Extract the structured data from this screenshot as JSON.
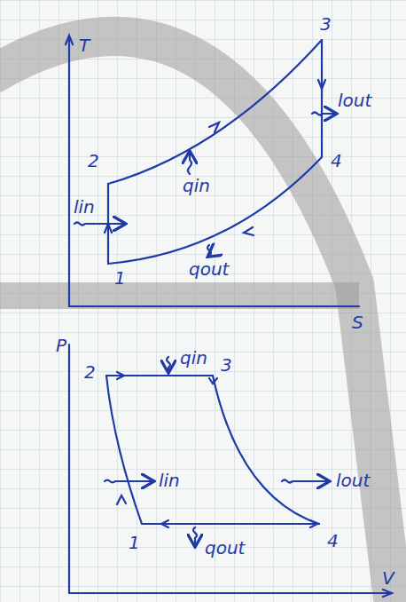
{
  "diagram": {
    "labels": [
      "T",
      "3",
      "lout",
      "2",
      "qin",
      "lin",
      "4",
      "1",
      "qout",
      "S",
      "P",
      "2",
      "qin",
      "3",
      "lin",
      "lout",
      "1",
      "qout",
      "4",
      "V"
    ]
  }
}
